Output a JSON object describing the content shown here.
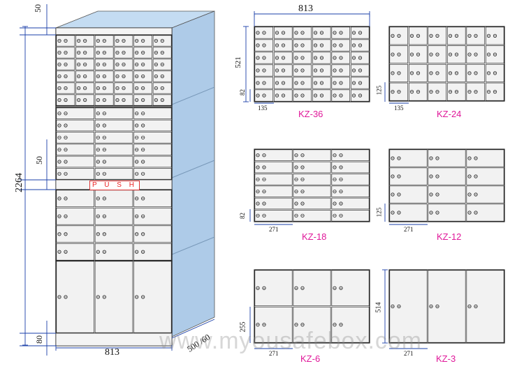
{
  "cabinet": {
    "height_label": "2264",
    "top_label": "50",
    "middle_label": "50",
    "bottom_label": "80",
    "width_label": "813",
    "depth_label": "500 /60",
    "push_label": "P U S H"
  },
  "models": [
    {
      "name": "KZ-36",
      "width_label": "813",
      "height_label": "521",
      "row_label": "82",
      "col_label": "135"
    },
    {
      "name": "KZ-24",
      "row_label": "125",
      "col_label": "135"
    },
    {
      "name": "KZ-18",
      "row_label": "82",
      "col_label": "271"
    },
    {
      "name": "KZ-12",
      "row_label": "125",
      "col_label": "271"
    },
    {
      "name": "KZ-6",
      "row_label": "255",
      "col_label": "271"
    },
    {
      "name": "KZ-3",
      "height_label": "514",
      "col_label": "271"
    }
  ],
  "watermark": "www.myousafebox.com",
  "colors": {
    "cabinet_side": "#aecbe8",
    "cabinet_top": "#c4dcf2",
    "door": "#f2f2f2",
    "edge": "#222222",
    "label": "#e0189a"
  }
}
